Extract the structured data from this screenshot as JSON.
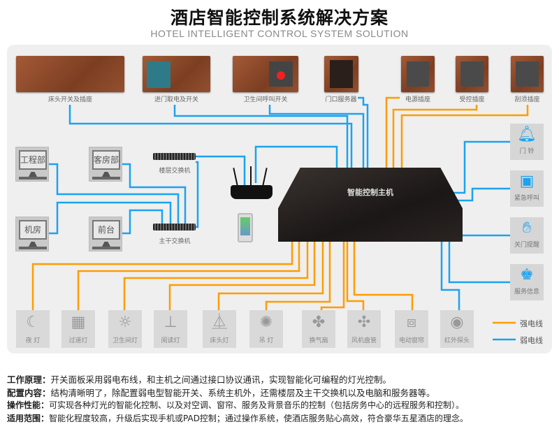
{
  "header": {
    "title": "酒店智能控制系统解决方案",
    "subtitle": "HOTEL INTELLIGENT CONTROL SYSTEM SOLUTION"
  },
  "colors": {
    "strong": "#ff9c00",
    "weak": "#1aa3f0"
  },
  "panels": [
    "床头开关及插座",
    "进门取电及开关",
    "卫生间呼叫开关",
    "门口服务器",
    "电源插座",
    "受控插座",
    "刮须插座"
  ],
  "computers": [
    "工程部",
    "客房部",
    "机房",
    "前台"
  ],
  "switches": [
    "楼层交换机",
    "主干交换机"
  ],
  "host": "智能控制主机",
  "right_devices": [
    {
      "label": "门 铃",
      "icon": "bell-icon"
    },
    {
      "label": "紧急呼叫",
      "icon": "emergency-call-icon"
    },
    {
      "label": "关门提醒",
      "icon": "hand-icon"
    },
    {
      "label": "服务信息",
      "icon": "waiter-icon"
    }
  ],
  "bottom_devices": [
    {
      "label": "夜 灯",
      "icon": "moon-icon"
    },
    {
      "label": "过道灯",
      "icon": "corridor-light-icon"
    },
    {
      "label": "卫生间灯",
      "icon": "ceiling-light-icon"
    },
    {
      "label": "阅读灯",
      "icon": "reading-light-icon"
    },
    {
      "label": "床头灯",
      "icon": "bedside-lamp-icon"
    },
    {
      "label": "吊 灯",
      "icon": "chandelier-icon"
    },
    {
      "label": "换气扇",
      "icon": "vent-fan-icon"
    },
    {
      "label": "风机盘管",
      "icon": "fan-coil-icon"
    },
    {
      "label": "电动窗帘",
      "icon": "curtain-icon"
    },
    {
      "label": "红外探头",
      "icon": "infrared-sensor-icon"
    }
  ],
  "legend": {
    "strong": "强电线",
    "weak": "弱电线"
  },
  "description": [
    {
      "k": "工作原理：",
      "v": "开关面板采用弱电布线，和主机之间通过接口协议通讯，实现智能化可编程的灯光控制。"
    },
    {
      "k": "配置内容：",
      "v": "结构清晰明了，除配置弱电型智能开关、系统主机外，还需楼层及主干交换机以及电脑和服务器等。"
    },
    {
      "k": "操作性能：",
      "v": "可实现各种灯光的智能化控制、以及对空调、窗帘、服务及背景音乐的控制（包括房务中心的远程服务和控制）。"
    },
    {
      "k": "适用范围：",
      "v": "智能化程度较高，升级后实现手机或PAD控制；通过操作系统，使酒店服务贴心高效，符合豪华五星酒店的理念。"
    }
  ]
}
